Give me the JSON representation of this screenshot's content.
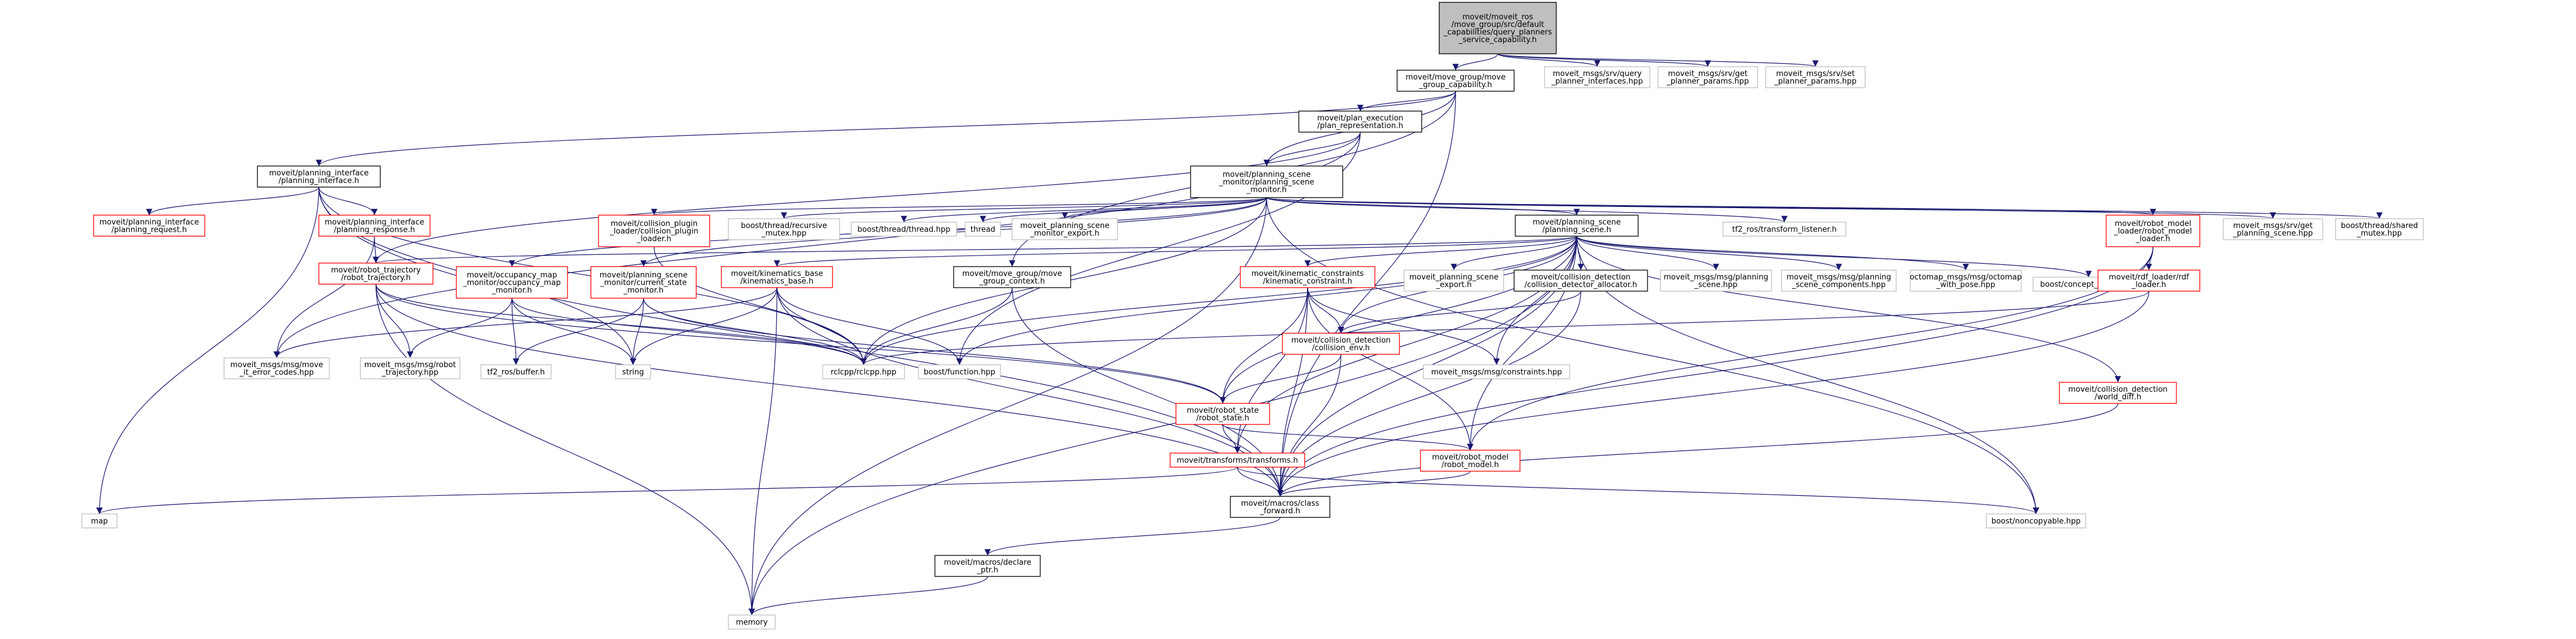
{
  "colors": {
    "root_fill": "#bfbfbf",
    "root_border": "#000000",
    "documented_border": "#000000",
    "red_border": "#ff0000",
    "external_border": "#bfbfbf",
    "node_fill": "#ffffff",
    "edge": "#191970"
  },
  "nodes": [
    {
      "id": "root",
      "kind": "root",
      "lines": [
        "moveit/moveit_ros",
        "/move_group/src/default",
        "_capabilities/query_planners",
        "_service_capability.h"
      ]
    },
    {
      "id": "mgcap",
      "kind": "doc",
      "lines": [
        "moveit/move_group/move",
        "_group_capability.h"
      ]
    },
    {
      "id": "qpi",
      "kind": "ext",
      "lines": [
        "moveit_msgs/srv/query",
        "_planner_interfaces.hpp"
      ]
    },
    {
      "id": "gpp",
      "kind": "ext",
      "lines": [
        "moveit_msgs/srv/get",
        "_planner_params.hpp"
      ]
    },
    {
      "id": "spp",
      "kind": "ext",
      "lines": [
        "moveit_msgs/srv/set",
        "_planner_params.hpp"
      ]
    },
    {
      "id": "planrep",
      "kind": "doc",
      "lines": [
        "moveit/plan_execution",
        "/plan_representation.h"
      ]
    },
    {
      "id": "planint",
      "kind": "doc",
      "lines": [
        "moveit/planning_interface",
        "/planning_interface.h"
      ]
    },
    {
      "id": "psm",
      "kind": "doc",
      "lines": [
        "moveit/planning_scene",
        "_monitor/planning_scene",
        "_monitor.h"
      ]
    },
    {
      "id": "pireq",
      "kind": "red",
      "lines": [
        "moveit/planning_interface",
        "/planning_request.h"
      ]
    },
    {
      "id": "pires",
      "kind": "red",
      "lines": [
        "moveit/planning_interface",
        "/planning_response.h"
      ]
    },
    {
      "id": "collplug",
      "kind": "red",
      "lines": [
        "moveit/collision_plugin",
        "_loader/collision_plugin",
        "_loader.h"
      ]
    },
    {
      "id": "recmutex",
      "kind": "ext",
      "lines": [
        "boost/thread/recursive",
        "_mutex.hpp"
      ]
    },
    {
      "id": "thrhpp",
      "kind": "ext",
      "lines": [
        "boost/thread/thread.hpp"
      ]
    },
    {
      "id": "thread",
      "kind": "ext",
      "lines": [
        "thread"
      ]
    },
    {
      "id": "psmexp",
      "kind": "ext",
      "lines": [
        "moveit_planning_scene",
        "_monitor_export.h"
      ]
    },
    {
      "id": "ps",
      "kind": "doc",
      "lines": [
        "moveit/planning_scene",
        "/planning_scene.h"
      ]
    },
    {
      "id": "tf2list",
      "kind": "ext",
      "lines": [
        "tf2_ros/transform_listener.h"
      ]
    },
    {
      "id": "rmloader",
      "kind": "red",
      "lines": [
        "moveit/robot_model",
        "_loader/robot_model",
        "_loader.h"
      ]
    },
    {
      "id": "gps",
      "kind": "ext",
      "lines": [
        "moveit_msgs/srv/get",
        "_planning_scene.hpp"
      ]
    },
    {
      "id": "shmutex",
      "kind": "ext",
      "lines": [
        "boost/thread/shared",
        "_mutex.hpp"
      ]
    },
    {
      "id": "rtraj",
      "kind": "red",
      "lines": [
        "moveit/robot_trajectory",
        "/robot_trajectory.h"
      ]
    },
    {
      "id": "occmap",
      "kind": "red",
      "lines": [
        "moveit/occupancy_map",
        "_monitor/occupancy_map",
        "_monitor.h"
      ]
    },
    {
      "id": "csm",
      "kind": "red",
      "lines": [
        "moveit/planning_scene",
        "_monitor/current_state",
        "_monitor.h"
      ]
    },
    {
      "id": "kinbase",
      "kind": "red",
      "lines": [
        "moveit/kinematics_base",
        "/kinematics_base.h"
      ]
    },
    {
      "id": "mgctx",
      "kind": "doc",
      "lines": [
        "moveit/move_group/move",
        "_group_context.h"
      ]
    },
    {
      "id": "kincon",
      "kind": "red",
      "lines": [
        "moveit/kinematic_constraints",
        "/kinematic_constraint.h"
      ]
    },
    {
      "id": "psexp",
      "kind": "ext",
      "lines": [
        "moveit_planning_scene",
        "_export.h"
      ]
    },
    {
      "id": "cdalloc",
      "kind": "doc",
      "lines": [
        "moveit/collision_detection",
        "/collision_detector_allocator.h"
      ]
    },
    {
      "id": "msgps",
      "kind": "ext",
      "lines": [
        "moveit_msgs/msg/planning",
        "_scene.hpp"
      ]
    },
    {
      "id": "msgpsc",
      "kind": "ext",
      "lines": [
        "moveit_msgs/msg/planning",
        "_scene_components.hpp"
      ]
    },
    {
      "id": "octomap",
      "kind": "ext",
      "lines": [
        "octomap_msgs/msg/octomap",
        "_with_pose.hpp"
      ]
    },
    {
      "id": "concept",
      "kind": "ext",
      "lines": [
        "boost/concept_check.hpp"
      ]
    },
    {
      "id": "urdf",
      "kind": "red",
      "lines": [
        "moveit/rdf_loader/rdf",
        "_loader.h"
      ]
    },
    {
      "id": "errcodes",
      "kind": "ext",
      "lines": [
        "moveit_msgs/msg/move",
        "_it_error_codes.hpp"
      ]
    },
    {
      "id": "msgrtraj",
      "kind": "ext",
      "lines": [
        "moveit_msgs/msg/robot",
        "_trajectory.hpp"
      ]
    },
    {
      "id": "tf2buf",
      "kind": "ext",
      "lines": [
        "tf2_ros/buffer.h"
      ]
    },
    {
      "id": "string",
      "kind": "ext",
      "lines": [
        "string"
      ]
    },
    {
      "id": "rclcpp",
      "kind": "ext",
      "lines": [
        "rclcpp/rclcpp.hpp"
      ]
    },
    {
      "id": "bfunc",
      "kind": "ext",
      "lines": [
        "boost/function.hpp"
      ]
    },
    {
      "id": "collenv",
      "kind": "red",
      "lines": [
        "moveit/collision_detection",
        "/collision_env.h"
      ]
    },
    {
      "id": "constraints",
      "kind": "ext",
      "lines": [
        "moveit_msgs/msg/constraints.hpp"
      ]
    },
    {
      "id": "worlddiff",
      "kind": "red",
      "lines": [
        "moveit/collision_detection",
        "/world_diff.h"
      ]
    },
    {
      "id": "rstate",
      "kind": "red",
      "lines": [
        "moveit/robot_state",
        "/robot_state.h"
      ]
    },
    {
      "id": "transforms",
      "kind": "red",
      "lines": [
        "moveit/transforms/transforms.h"
      ]
    },
    {
      "id": "rmodel",
      "kind": "red",
      "lines": [
        "moveit/robot_model",
        "/robot_model.h"
      ]
    },
    {
      "id": "map",
      "kind": "ext",
      "lines": [
        "map"
      ]
    },
    {
      "id": "classfwd",
      "kind": "doc",
      "lines": [
        "moveit/macros/class",
        "_forward.h"
      ]
    },
    {
      "id": "noncopy",
      "kind": "ext",
      "lines": [
        "boost/noncopyable.hpp"
      ]
    },
    {
      "id": "declptr",
      "kind": "doc",
      "lines": [
        "moveit/macros/declare",
        "_ptr.h"
      ]
    },
    {
      "id": "memory",
      "kind": "ext",
      "lines": [
        "memory"
      ]
    }
  ],
  "edges": [
    [
      "root",
      "mgcap"
    ],
    [
      "root",
      "qpi"
    ],
    [
      "root",
      "gpp"
    ],
    [
      "root",
      "spp"
    ],
    [
      "mgcap",
      "planrep"
    ],
    [
      "mgcap",
      "planint"
    ],
    [
      "mgcap",
      "psm"
    ],
    [
      "mgcap",
      "mgctx"
    ],
    [
      "mgcap",
      "classfwd"
    ],
    [
      "planrep",
      "psm"
    ],
    [
      "planrep",
      "rtraj"
    ],
    [
      "planrep",
      "errcodes"
    ],
    [
      "planrep",
      "bfunc"
    ],
    [
      "planint",
      "pireq"
    ],
    [
      "planint",
      "pires"
    ],
    [
      "planint",
      "classfwd"
    ],
    [
      "planint",
      "map"
    ],
    [
      "planint",
      "rclcpp"
    ],
    [
      "planint",
      "string"
    ],
    [
      "pires",
      "rtraj"
    ],
    [
      "pires",
      "errcodes"
    ],
    [
      "psm",
      "ps"
    ],
    [
      "psm",
      "collplug"
    ],
    [
      "psm",
      "recmutex"
    ],
    [
      "psm",
      "thrhpp"
    ],
    [
      "psm",
      "thread"
    ],
    [
      "psm",
      "psmexp"
    ],
    [
      "psm",
      "tf2list"
    ],
    [
      "psm",
      "rmloader"
    ],
    [
      "psm",
      "gps"
    ],
    [
      "psm",
      "shmutex"
    ],
    [
      "psm",
      "occmap"
    ],
    [
      "psm",
      "csm"
    ],
    [
      "psm",
      "rclcpp"
    ],
    [
      "psm",
      "memory"
    ],
    [
      "psm",
      "noncopy"
    ],
    [
      "collplug",
      "rclcpp"
    ],
    [
      "ps",
      "rtraj"
    ],
    [
      "ps",
      "kinbase"
    ],
    [
      "ps",
      "kincon"
    ],
    [
      "ps",
      "psexp"
    ],
    [
      "ps",
      "cdalloc"
    ],
    [
      "ps",
      "msgps"
    ],
    [
      "ps",
      "msgpsc"
    ],
    [
      "ps",
      "octomap"
    ],
    [
      "ps",
      "concept"
    ],
    [
      "ps",
      "collenv"
    ],
    [
      "ps",
      "worlddiff"
    ],
    [
      "ps",
      "rstate"
    ],
    [
      "ps",
      "transforms"
    ],
    [
      "ps",
      "rmodel"
    ],
    [
      "ps",
      "classfwd"
    ],
    [
      "ps",
      "noncopy"
    ],
    [
      "ps",
      "rclcpp"
    ],
    [
      "ps",
      "bfunc"
    ],
    [
      "ps",
      "constraints"
    ],
    [
      "ps",
      "memory"
    ],
    [
      "rmloader",
      "urdf"
    ],
    [
      "rmloader",
      "rmodel"
    ],
    [
      "rmloader",
      "classfwd"
    ],
    [
      "urdf",
      "classfwd"
    ],
    [
      "urdf",
      "rclcpp"
    ],
    [
      "rtraj",
      "rstate"
    ],
    [
      "rtraj",
      "msgrtraj"
    ],
    [
      "rtraj",
      "classfwd"
    ],
    [
      "rtraj",
      "memory"
    ],
    [
      "rtraj",
      "rclcpp"
    ],
    [
      "occmap",
      "tf2buf"
    ],
    [
      "occmap",
      "string"
    ],
    [
      "occmap",
      "rclcpp"
    ],
    [
      "occmap",
      "msgrtraj"
    ],
    [
      "csm",
      "tf2buf"
    ],
    [
      "csm",
      "string"
    ],
    [
      "csm",
      "rstate"
    ],
    [
      "csm",
      "rclcpp"
    ],
    [
      "kinbase",
      "errcodes"
    ],
    [
      "kinbase",
      "string"
    ],
    [
      "kinbase",
      "rclcpp"
    ],
    [
      "kinbase",
      "bfunc"
    ],
    [
      "kinbase",
      "classfwd"
    ],
    [
      "kinbase",
      "memory"
    ],
    [
      "mgctx",
      "classfwd"
    ],
    [
      "mgctx",
      "rclcpp"
    ],
    [
      "kincon",
      "rstate"
    ],
    [
      "kincon",
      "transforms"
    ],
    [
      "kincon",
      "rmodel"
    ],
    [
      "kincon",
      "collenv"
    ],
    [
      "kincon",
      "constraints"
    ],
    [
      "kincon",
      "classfwd"
    ],
    [
      "cdalloc",
      "collenv"
    ],
    [
      "cdalloc",
      "classfwd"
    ],
    [
      "collenv",
      "rstate"
    ],
    [
      "collenv",
      "classfwd"
    ],
    [
      "worlddiff",
      "classfwd"
    ],
    [
      "rstate",
      "transforms"
    ],
    [
      "rstate",
      "rmodel"
    ],
    [
      "transforms",
      "classfwd"
    ],
    [
      "transforms",
      "map"
    ],
    [
      "transforms",
      "noncopy"
    ],
    [
      "rmodel",
      "classfwd"
    ],
    [
      "classfwd",
      "declptr"
    ],
    [
      "declptr",
      "memory"
    ]
  ]
}
